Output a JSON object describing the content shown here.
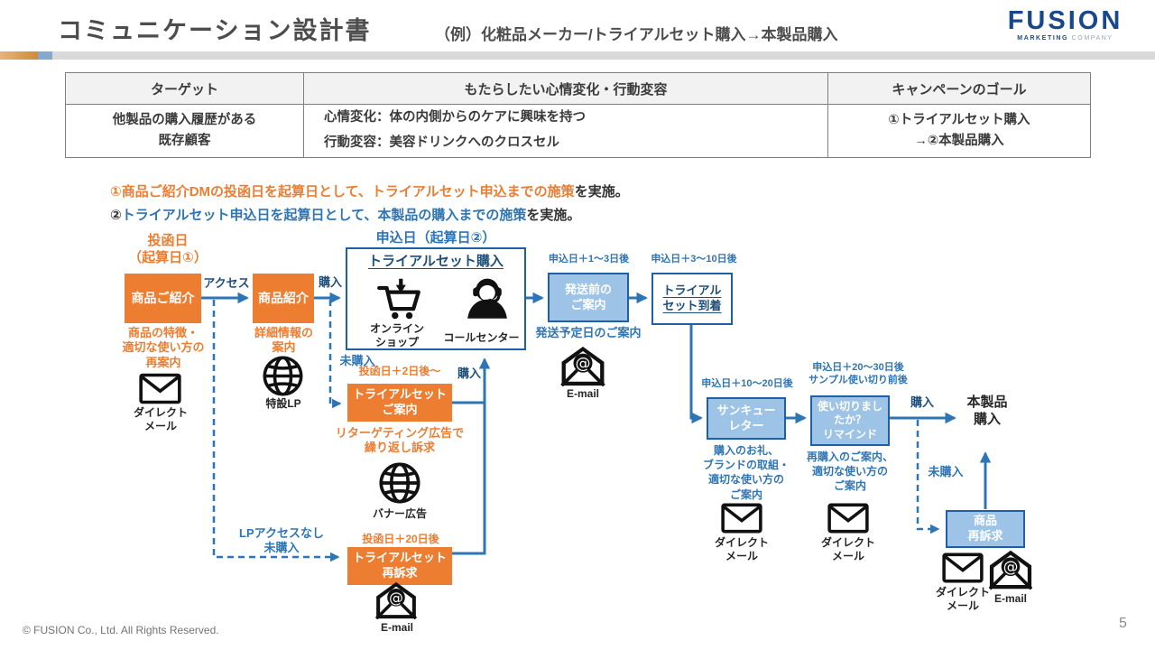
{
  "header": {
    "title": "コミュニケーション設計書",
    "subtitle": "（例）化粧品メーカー/トライアルセット購入→本製品購入",
    "logo": {
      "name": "FUSION",
      "tagline_strong": "MARKETING",
      "tagline_light": "COMPANY"
    }
  },
  "table": {
    "headers": [
      "ターゲット",
      "もたらしたい心情変化・行動変容",
      "キャンペーンのゴール"
    ],
    "row": {
      "target": "他製品の購入履歴がある\n既存顧客",
      "change": "心情変化：体の内側からのケアに興味を持つ\n行動変容：美容ドリンクへのクロスセル",
      "goal": "①トライアルセット購入\n→②本製品購入"
    }
  },
  "notes": {
    "n1_colored": "①商品ご紹介DMの投函日を起算日として、トライアルセット申込までの施策",
    "n1_rest": "を実施。",
    "n2_num": "②",
    "n2_colored": "トライアルセット申込日を起算日として、本製品の購入までの施策",
    "n2_rest": "を実施。"
  },
  "flow": {
    "toukanbi_label": "投函日\n（起算日①）",
    "access_label": "アクセス",
    "purchase_label": "購入",
    "no_purchase_label": "未購入",
    "box_intro_dm": "商品ご紹介",
    "intro_dm_note": "商品の特徴・\n適切な使い方の\n再案内",
    "direct_mail_label": "ダイレクト\nメール",
    "box_intro": "商品紹介",
    "intro_note": "詳細情報の\n案内",
    "lp_label": "特設LP",
    "apply_date_label": "申込日（起算日②）",
    "box_trial_purchase": "トライアルセット購入",
    "online_shop_label": "オンライン\nショップ",
    "call_center_label": "コールセンター",
    "d_1_3": "申込日＋1～3日後",
    "box_pre_ship": "発送前の\nご案内",
    "pre_ship_note": "発送予定日のご案内",
    "email_label": "E-mail",
    "d_3_10": "申込日＋3～10日後",
    "box_arrival": "トライアル\nセット到着",
    "d_10_20": "申込日＋10～20日後",
    "box_thanks": "サンキュー\nレター",
    "thanks_note": "購入のお礼、\nブランドの取組・\n適切な使い方の\nご案内",
    "d_20_30": "申込日＋20～30日後\nサンプル使い切り前後",
    "box_remind": "使い切りまし\nたか？\nリマインド",
    "remind_note": "再購入のご案内、\n適切な使い方の\nご案内",
    "main_product_label": "本製品\n購入",
    "box_repromote_product": "商品\n再訴求",
    "d_plus2": "投函日＋2日後～",
    "box_trial_guide": "トライアルセット\nご案内",
    "retarget_note": "リターゲティング広告で\n繰り返し訴求",
    "banner_label": "バナー広告",
    "d_plus20": "投函日＋20日後",
    "box_trial_repromote": "トライアルセット\n再訴求",
    "lp_no_access_label": "LPアクセスなし\n未購入"
  },
  "footer": {
    "copyright": "© FUSION Co., Ltd. All Rights Reserved.",
    "page": "5"
  },
  "colors": {
    "accent_orange": "#ED7D31",
    "line_blue": "#2E75B6",
    "navy": "#1F4E79",
    "light_blue_fill": "#9DC3E6",
    "box_border_blue": "#1F5FA6",
    "logo_blue": "#17498A"
  }
}
